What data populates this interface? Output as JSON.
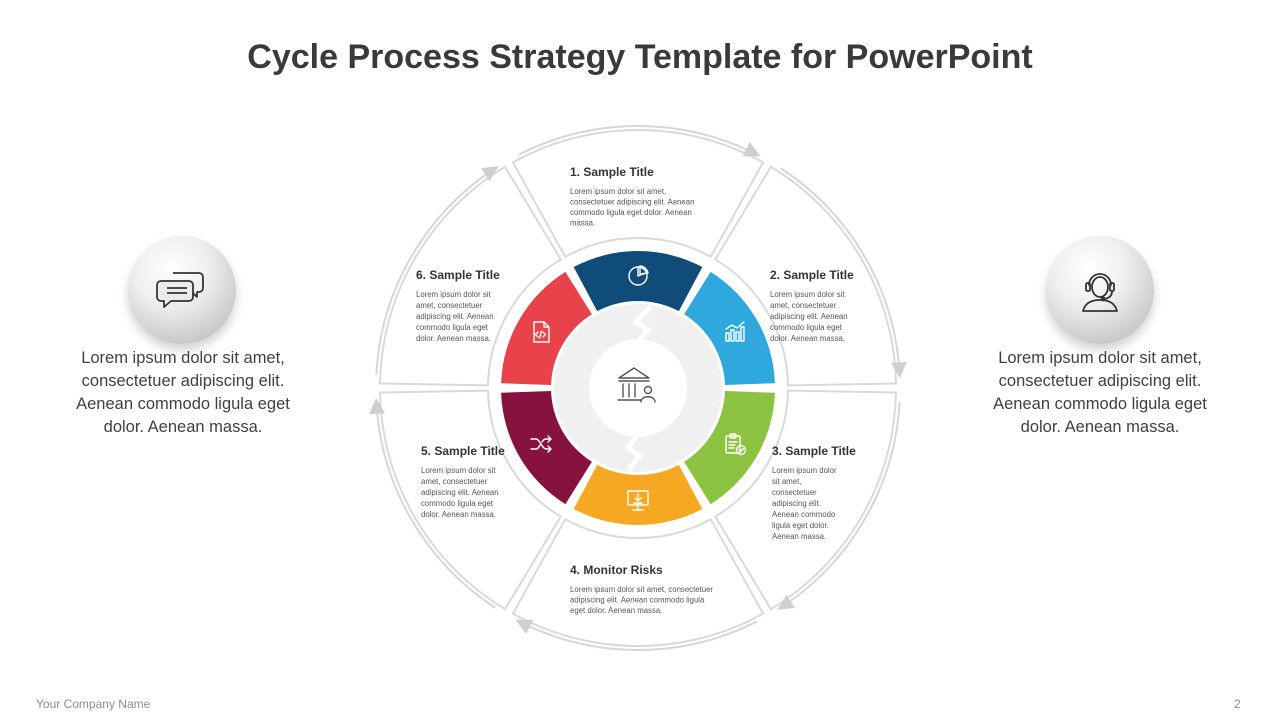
{
  "title": "Cycle Process Strategy Template for PowerPoint",
  "colors": {
    "seg1": "#0F4C7A",
    "seg2": "#2FA8DE",
    "seg3": "#8BC340",
    "seg4": "#F7A823",
    "seg5": "#87123F",
    "seg6": "#E8424A",
    "outline": "#d9d9d9"
  },
  "segments": [
    {
      "id": 1,
      "title": "1. Sample Title",
      "icon": "pie-chart-icon",
      "lines": [
        "Lorem  ipsum dolor sit amet,",
        "consectetuer  adipiscing elit. Aenean",
        "commodo ligula eget  dolor. Aenean",
        "massa."
      ]
    },
    {
      "id": 2,
      "title": "2. Sample Title",
      "icon": "bar-chart-icon",
      "lines": [
        "Lorem  ipsum dolor sit",
        "amet,  consectetuer",
        "adipiscing elit. Aenean",
        "commodo ligula eget",
        "dolor.  Aenean  massa."
      ]
    },
    {
      "id": 3,
      "title": "3. Sample Title",
      "icon": "clipboard-check-icon",
      "lines": [
        "Lorem  ipsum dolor",
        "sit amet,",
        "consectetuer",
        "adipiscing elit.",
        "Aenean  commodo",
        "ligula eget  dolor.",
        "Aenean  massa."
      ]
    },
    {
      "id": 4,
      "title": "4. Monitor Risks",
      "icon": "monitor-download-icon",
      "lines": [
        "Lorem  ipsum dolor sit amet,  consectetuer",
        "adipiscing elit. Aenean  commodo  ligula",
        "eget  dolor. Aenean  massa."
      ]
    },
    {
      "id": 5,
      "title": "5. Sample Title",
      "icon": "shuffle-icon",
      "lines": [
        "Lorem  ipsum dolor sit",
        "amet,  consectetuer",
        "adipiscing elit. Aenean",
        "commodo ligula eget",
        "dolor.  Aenean  massa."
      ]
    },
    {
      "id": 6,
      "title": "6. Sample Title",
      "icon": "code-file-icon",
      "lines": [
        "Lorem  ipsum dolor sit",
        "amet,  consectetuer",
        "adipiscing elit. Aenean",
        "commodo ligula eget",
        "dolor.  Aenean  massa."
      ]
    }
  ],
  "center_icon": "bank-user-icon",
  "left_panel": {
    "icon": "chat-bubbles-icon",
    "lines": [
      "Lorem ipsum dolor sit amet,",
      "consectetuer adipiscing elit.",
      "Aenean commodo ligula eget",
      "dolor. Aenean massa."
    ]
  },
  "right_panel": {
    "icon": "headset-user-icon",
    "lines": [
      "Lorem ipsum dolor sit amet,",
      "consectetuer adipiscing elit.",
      "Aenean commodo ligula eget",
      "dolor. Aenean massa."
    ]
  },
  "footer": {
    "company": "Your Company  Name",
    "page_number": "2"
  }
}
